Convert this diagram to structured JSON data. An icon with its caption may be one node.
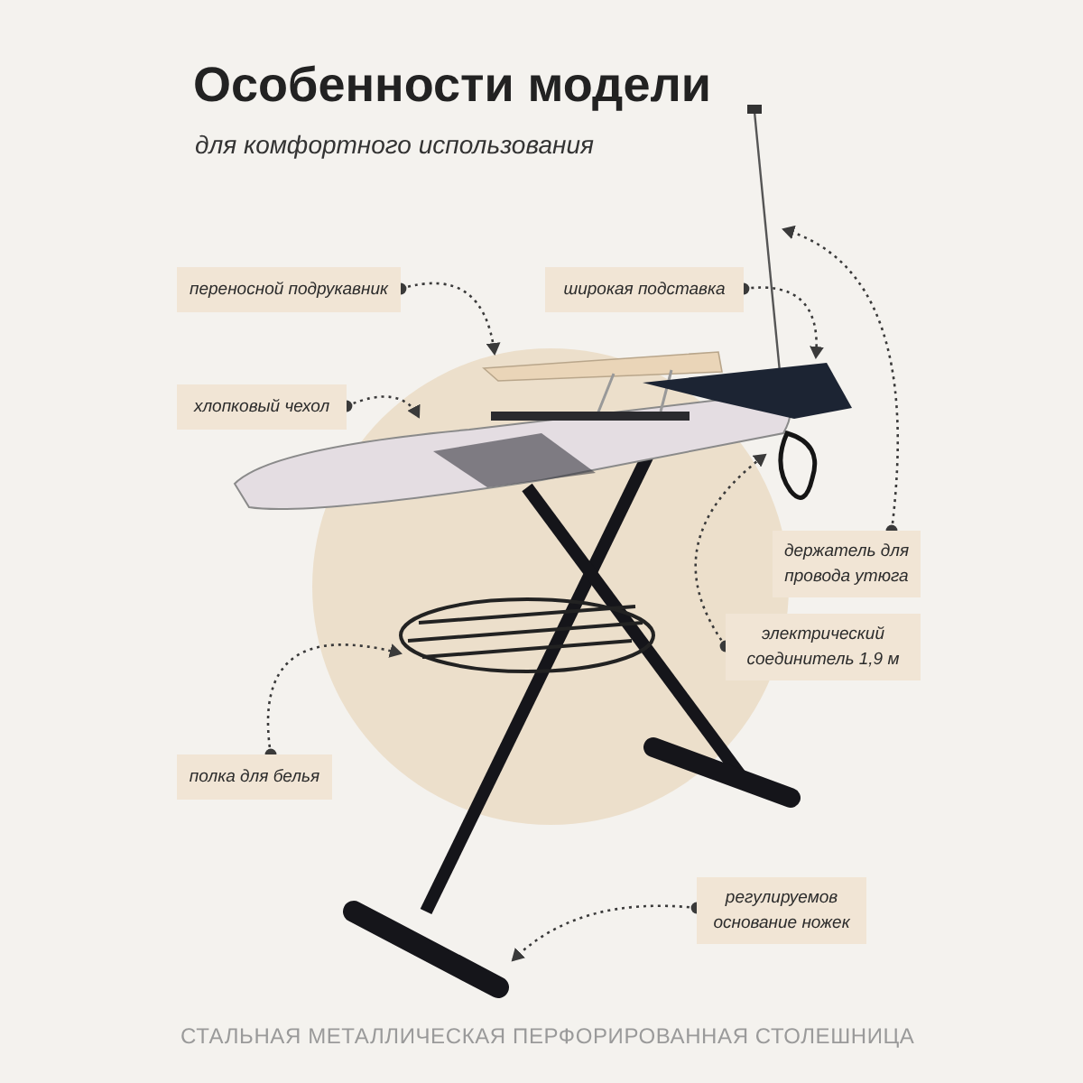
{
  "diagram": {
    "title": "Особенности модели",
    "nodes": [
      {
        "text": [
          "переносной подрукавник"
        ]
      },
      {
        "text": [
          "широкая подставка"
        ]
      },
      {
        "text": [
          "хлопковый чехол"
        ]
      },
      {
        "text": [
          "держатель для провода утюга"
        ]
      },
      {
        "text": [
          "электрический соединитель 1,9 м"
        ]
      },
      {
        "text": [
          "полка для белья"
        ]
      },
      {
        "text": [
          "регулируемов основание ножек"
        ]
      }
    ],
    "edges": [
      {
        "from": 0,
        "to": null,
        "arrow": "to",
        "style": "dashed"
      },
      {
        "from": 1,
        "to": null,
        "arrow": "to",
        "style": "dashed"
      },
      {
        "from": 2,
        "to": null,
        "arrow": "to",
        "style": "dashed"
      },
      {
        "from": 3,
        "to": null,
        "arrow": "to",
        "style": "dashed"
      },
      {
        "from": 4,
        "to": null,
        "arrow": "to",
        "style": "dashed"
      },
      {
        "from": 5,
        "to": null,
        "arrow": "to",
        "style": "dashed"
      },
      {
        "from": 6,
        "to": null,
        "arrow": "to",
        "style": "dashed"
      }
    ],
    "labels": [
      "для комфортного использования",
      "СТАЛЬНАЯ МЕТАЛЛИЧЕСКАЯ ПЕРФОРИРОВАННАЯ СТОЛЕШНИЦА"
    ]
  }
}
